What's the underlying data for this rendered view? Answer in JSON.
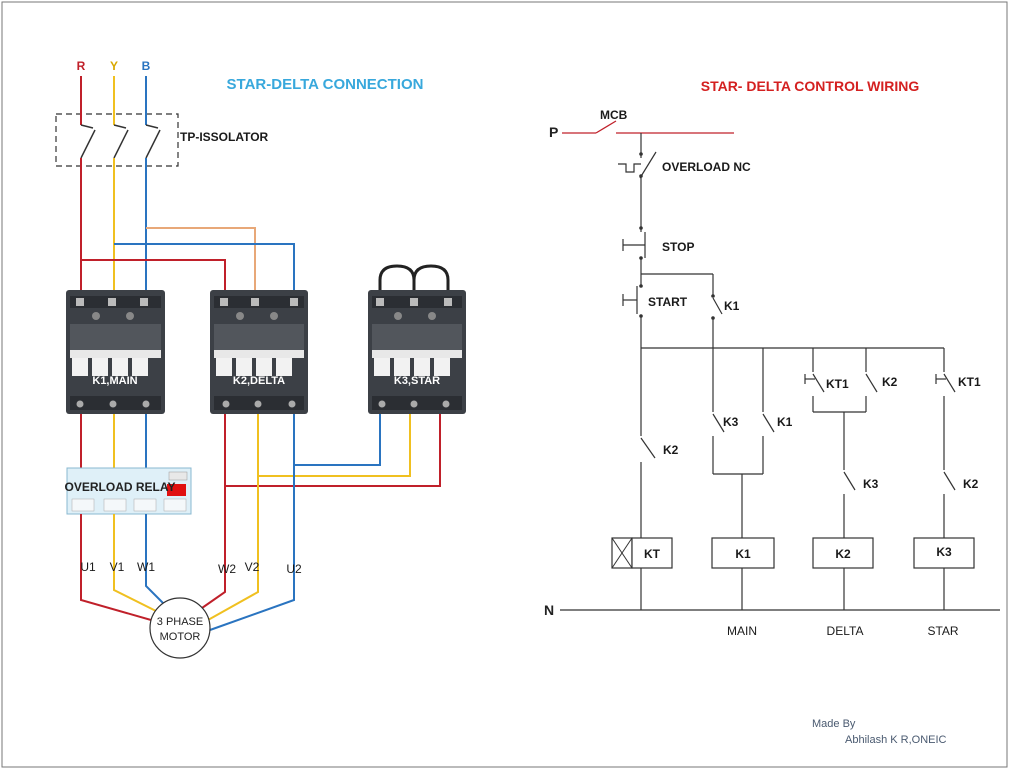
{
  "power": {
    "title": "STAR-DELTA CONNECTION",
    "phases": [
      "R",
      "Y",
      "B"
    ],
    "isolator_label": "TP-ISSOLATOR",
    "contactors": [
      "K1,MAIN",
      "K2,DELTA",
      "K3,STAR"
    ],
    "overload_label": "OVERLOAD RELAY",
    "terminals": [
      "U1",
      "V1",
      "W1",
      "W2",
      "V2",
      "U2"
    ],
    "motor_line1": "3 PHASE",
    "motor_line2": "MOTOR"
  },
  "control": {
    "title": "STAR- DELTA CONTROL WIRING",
    "p_label": "P",
    "n_label": "N",
    "mcb_label": "MCB",
    "overload_nc": "OVERLOAD NC",
    "stop": "STOP",
    "start": "START",
    "contact_k1": "K1",
    "contact_k2": "K2",
    "contact_k3": "K3",
    "contact_kt1": "KT1",
    "coils": [
      "KT",
      "K1",
      "K2",
      "K3"
    ],
    "bottom_labels": [
      "MAIN",
      "DELTA",
      "STAR"
    ]
  },
  "credits": {
    "line1": "Made By",
    "line2": "Abhilash K R,ONEIC"
  },
  "colors": {
    "red": "#c0202a",
    "yellow": "#f0c020",
    "blue": "#2a74c0",
    "orange": "#e8a878",
    "title_blue": "#38a8dc",
    "title_red": "#d42020",
    "contactor_body": "#3c4046"
  }
}
